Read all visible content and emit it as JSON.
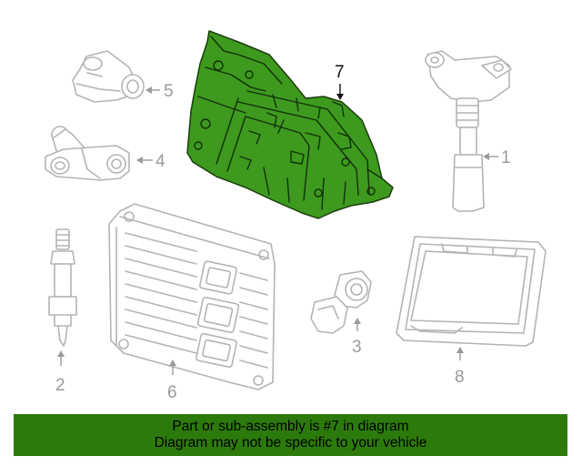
{
  "callouts": {
    "c1": "1",
    "c2": "2",
    "c3": "3",
    "c4": "4",
    "c5": "5",
    "c6": "6",
    "c7": "7",
    "c8": "8"
  },
  "highlighted_part": "7",
  "colors": {
    "highlight_fill": "#3d9a1e",
    "banner_background": "#2d7a0c",
    "line_art": "#b4b4b4"
  },
  "banner": {
    "line1": "Part or sub-assembly is #7 in diagram",
    "line2": "Diagram may not be specific to your vehicle"
  }
}
